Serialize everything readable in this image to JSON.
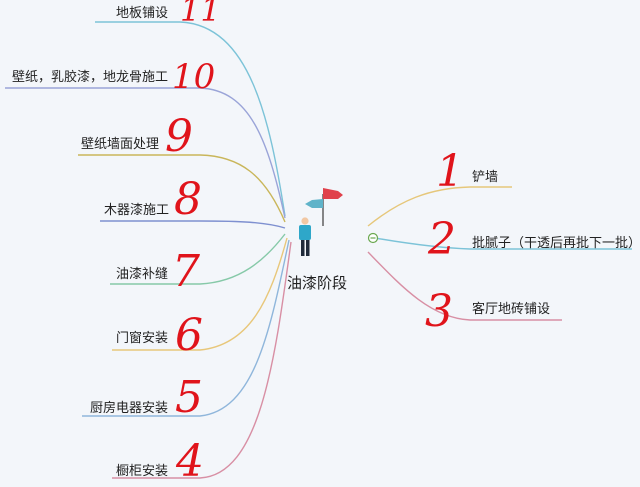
{
  "root": {
    "label": "油漆阶段"
  },
  "left_branches": [
    {
      "label": "地板铺设",
      "number": "11",
      "color": "#7cc3d8"
    },
    {
      "label": "壁纸，乳胶漆，地龙骨施工",
      "number": "10",
      "color": "#9aa4d8"
    },
    {
      "label": "壁纸墙面处理",
      "number": "9",
      "color": "#c9b65a"
    },
    {
      "label": "木器漆施工",
      "number": "8",
      "color": "#7e90d0"
    },
    {
      "label": "油漆补缝",
      "number": "7",
      "color": "#86c9a8"
    },
    {
      "label": "门窗安装",
      "number": "6",
      "color": "#e8c77a"
    },
    {
      "label": "厨房电器安装",
      "number": "5",
      "color": "#8fb6db"
    },
    {
      "label": "橱柜安装",
      "number": "4",
      "color": "#d88fa4"
    }
  ],
  "right_branches": [
    {
      "label": "铲墙",
      "number": "1",
      "color": "#e6c77a"
    },
    {
      "label": "批腻子（干透后再批下一批）",
      "number": "2",
      "color": "#7cc3d8"
    },
    {
      "label": "客厅地砖铺设",
      "number": "3",
      "color": "#d88fa4"
    }
  ],
  "icons": {
    "root_icon": "person-with-flag-icon",
    "collapse_icon": "collapse-toggle-icon"
  }
}
